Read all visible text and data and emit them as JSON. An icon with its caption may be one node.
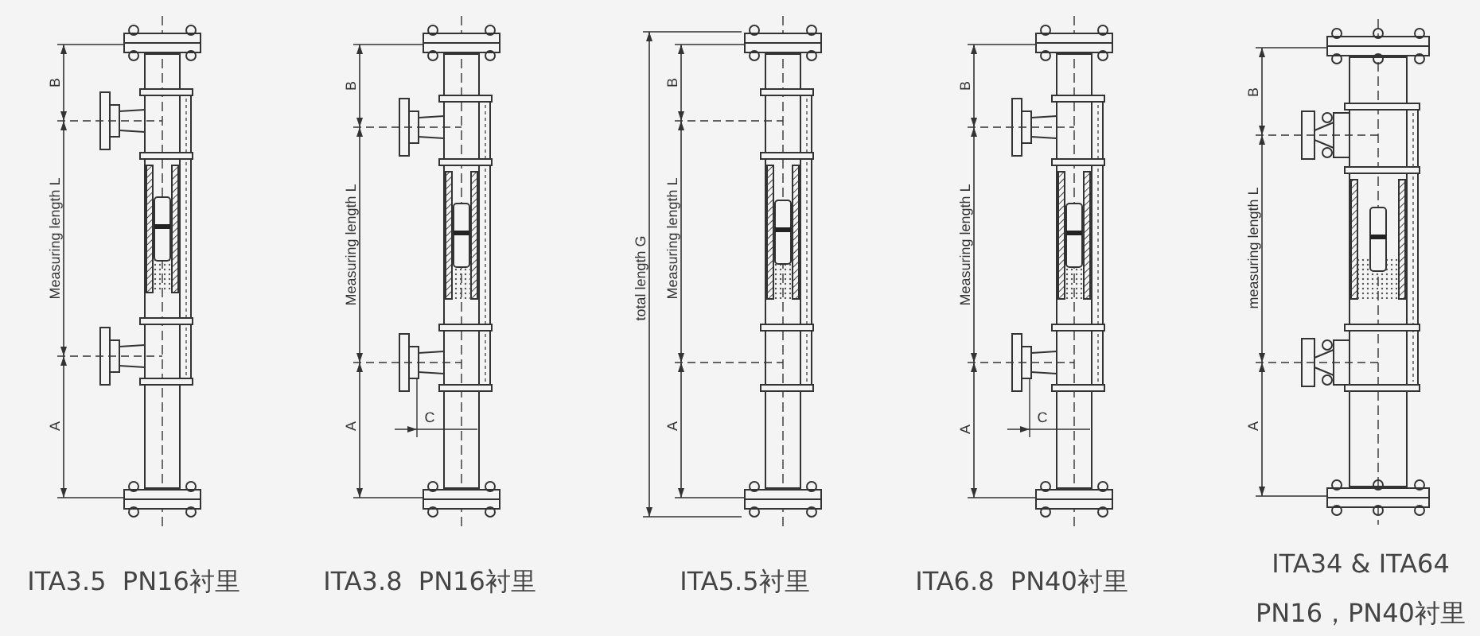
{
  "diagram": {
    "labels": [
      "B",
      "Measuring length L",
      "A",
      "ITA3.5  PN16衬里",
      "B",
      "Measuring length L",
      "A",
      "C",
      "ITA3.8  PN16衬里",
      "total length G",
      "B",
      "Measuring length L",
      "A",
      "ITA5.5衬里",
      "B",
      "Measuring length L",
      "A",
      "C",
      "ITA6.8  PN40衬里",
      "B",
      "measuring length L",
      "A",
      "ITA34 & ITA64",
      "PN16，PN40衬里"
    ]
  }
}
